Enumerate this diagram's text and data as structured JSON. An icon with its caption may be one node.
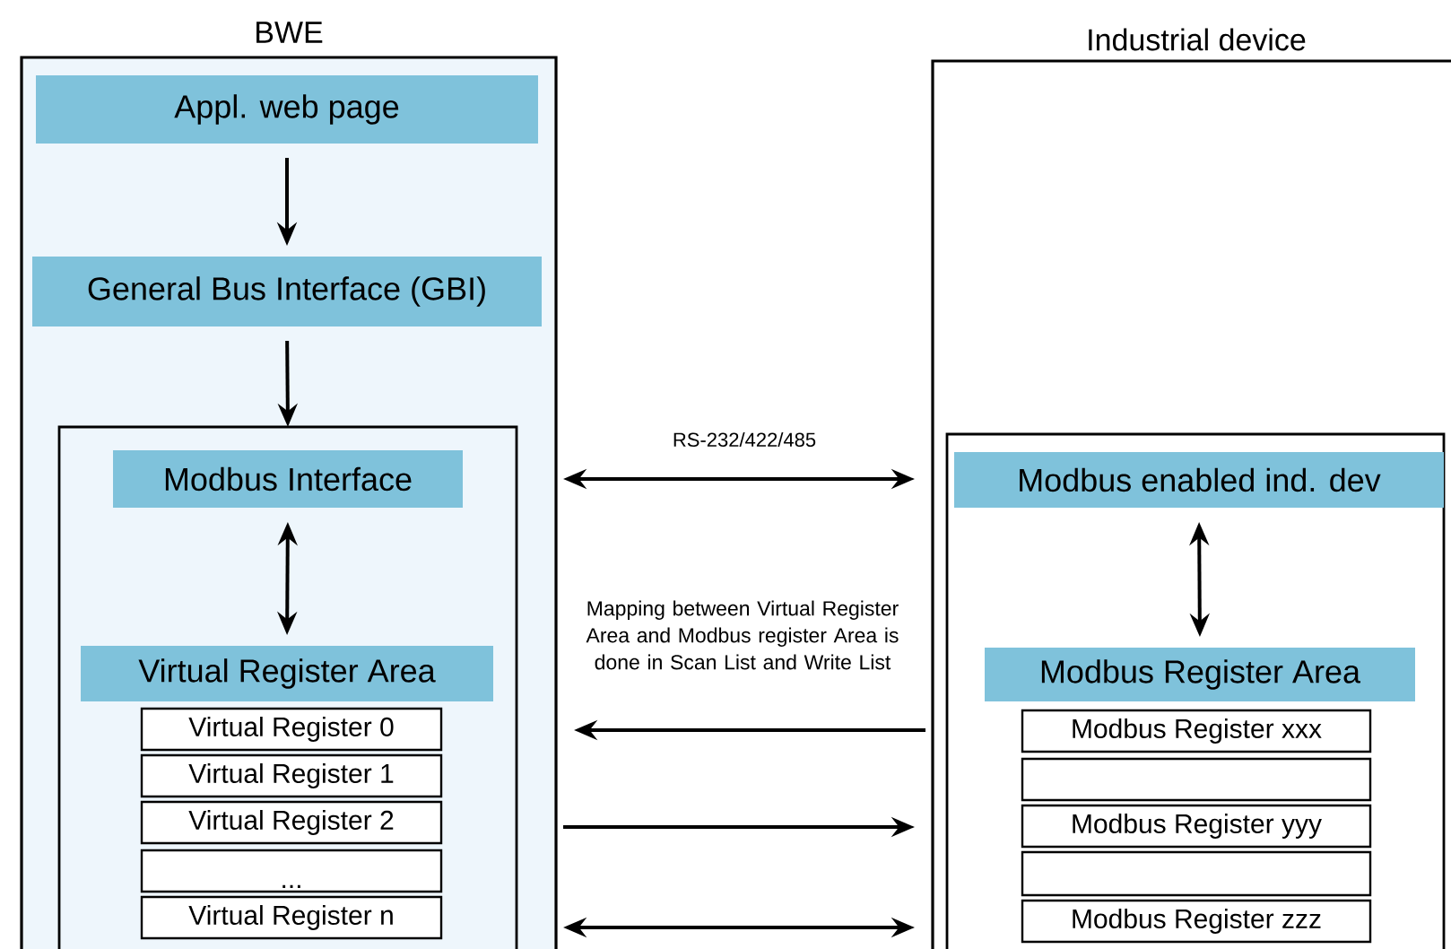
{
  "diagram": {
    "nodes": [
      {
        "text": [
          "BWE"
        ]
      },
      {
        "text": [
          "Appl. web page"
        ],
        "in": 0
      },
      {
        "text": [
          "General Bus Interface (GBI)"
        ],
        "in": 0
      },
      {
        "text": [],
        "shape": "box",
        "in": 0
      },
      {
        "text": [
          "Modbus Interface"
        ],
        "in": 3
      },
      {
        "text": [
          "Virtual Register Area"
        ],
        "in": 3
      },
      {
        "text": [
          "Virtual Register 0"
        ],
        "in": 3
      },
      {
        "text": [
          "Virtual Register 1"
        ],
        "in": 3
      },
      {
        "text": [
          "Virtual Register 2"
        ],
        "in": 3
      },
      {
        "text": [
          "..."
        ],
        "in": 3
      },
      {
        "text": [
          "Virtual Register n"
        ],
        "in": 3
      },
      {
        "text": [
          "Industrial device"
        ]
      },
      {
        "text": [],
        "shape": "box",
        "in": 11
      },
      {
        "text": [
          "Modbus enabled ind. dev"
        ],
        "in": 12
      },
      {
        "text": [
          "Modbus Register Area"
        ],
        "in": 12
      },
      {
        "text": [
          "Modbus Register xxx"
        ],
        "in": 12
      },
      {
        "text": [],
        "shape": "box",
        "in": 12
      },
      {
        "text": [
          "Modbus Register yyy"
        ],
        "in": 12
      },
      {
        "text": [],
        "shape": "box",
        "in": 12
      },
      {
        "text": [
          "Modbus Register zzz"
        ],
        "in": 12
      }
    ],
    "edges": [
      {
        "from": 1,
        "to": 2,
        "arrow": "to"
      },
      {
        "from": 2,
        "to": 3,
        "arrow": "to"
      },
      {
        "from": 4,
        "to": 5,
        "arrow": "both"
      },
      {
        "from": 13,
        "to": 14,
        "arrow": "both"
      },
      {
        "from": 4,
        "to": 13,
        "arrow": "both",
        "label": "RS-232/422/485"
      },
      {
        "from": 11,
        "to": 0,
        "arrow": "to"
      },
      {
        "from": 0,
        "to": 11,
        "arrow": "to"
      },
      {
        "from": 0,
        "to": 11,
        "arrow": "both"
      }
    ],
    "labels": [
      "Mapping between Virtual Register Area and Modbus register Area is done in Scan List and Write List"
    ]
  }
}
